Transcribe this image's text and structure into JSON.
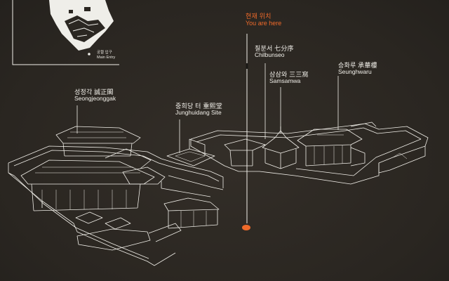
{
  "you_are_here": {
    "ko": "현재 위치",
    "en": "You are here"
  },
  "main_entry": {
    "ko": "궁궐 입구",
    "en": "Main Entry"
  },
  "buildings": [
    {
      "ko": "칠분서 七分序",
      "en": "Chilbunseo"
    },
    {
      "ko": "삼삼와 三三窩",
      "en": "Samsamwa"
    },
    {
      "ko": "승화루 承華樓",
      "en": "Seunghwaru"
    },
    {
      "ko": "성정각 誠正閣",
      "en": "Seongjeonggak"
    },
    {
      "ko": "중희당 터 重熙堂",
      "en": "Junghuidang Site"
    }
  ],
  "colors": {
    "background": "#2b2722",
    "line": "#f2f0ea",
    "marker": "#ef6a2a"
  }
}
